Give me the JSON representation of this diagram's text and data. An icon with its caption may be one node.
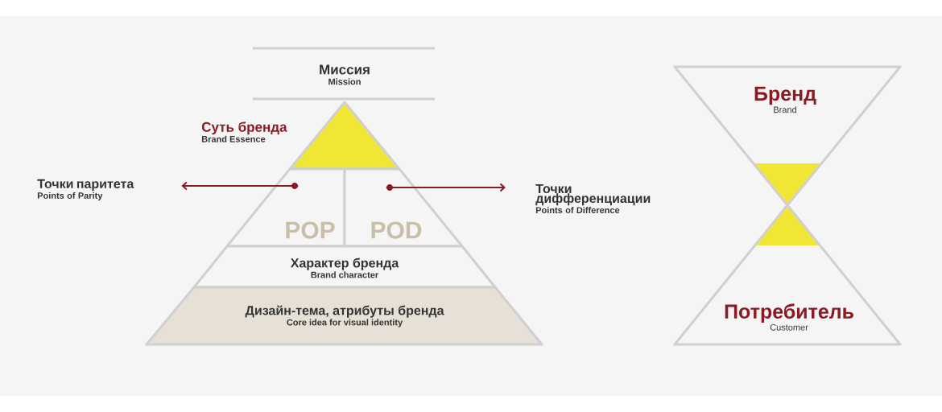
{
  "diagram": {
    "nodes": [
      {
        "text": [
          "Миссия",
          "Mission"
        ]
      },
      {
        "text": [
          "Суть бренда",
          "Brand Essence"
        ]
      },
      {
        "text": [
          "POP"
        ]
      },
      {
        "text": [
          "POD"
        ]
      },
      {
        "text": [
          "Характер бренда",
          "Brand character"
        ]
      },
      {
        "text": [
          "Дизайн-тема, атрибуты бренда",
          "Core idea for visual identity"
        ]
      },
      {
        "text": [
          "Точки паритета",
          "Points of Parity"
        ]
      },
      {
        "text": [
          "Точки дифференциации",
          "Points of Difference"
        ]
      },
      {
        "text": [
          "Бренд",
          "Brand"
        ]
      },
      {
        "text": [
          "Потребитель",
          "Customer"
        ]
      }
    ],
    "edges": [
      {
        "from": 2,
        "to": 6,
        "arrow": "to",
        "color": "#8b1a22"
      },
      {
        "from": 3,
        "to": 7,
        "arrow": "to",
        "color": "#8b1a22"
      }
    ]
  }
}
